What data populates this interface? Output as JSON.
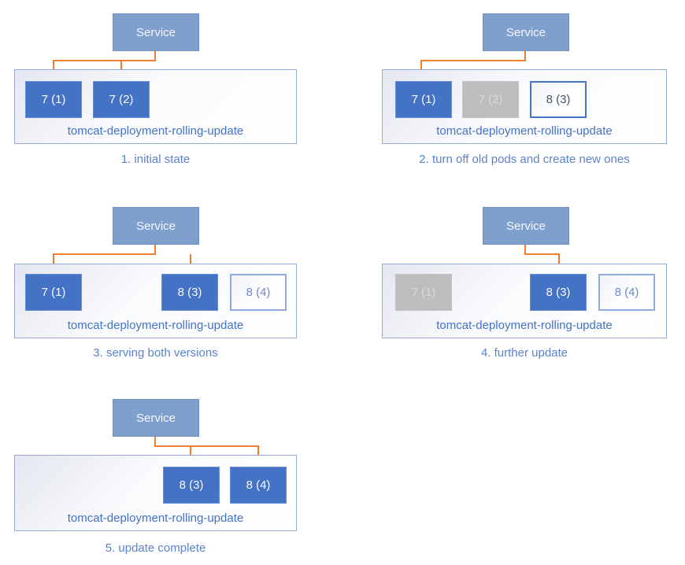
{
  "diagrams": [
    {
      "caption": "1. initial state",
      "service": "Service",
      "deployment": "tomcat-deployment-rolling-update",
      "pods": [
        {
          "label": "7 (1)",
          "state": "active"
        },
        {
          "label": "7 (2)",
          "state": "active"
        }
      ]
    },
    {
      "caption": "2. turn off old pods and create new ones",
      "service": "Service",
      "deployment": "tomcat-deployment-rolling-update",
      "pods": [
        {
          "label": "7 (1)",
          "state": "active"
        },
        {
          "label": "7 (2)",
          "state": "terminated"
        },
        {
          "label": "8 (3)",
          "state": "new"
        }
      ]
    },
    {
      "caption": "3. serving both versions",
      "service": "Service",
      "deployment": "tomcat-deployment-rolling-update",
      "pods": [
        {
          "label": "7 (1)",
          "state": "active"
        },
        {
          "label": "8 (3)",
          "state": "active"
        },
        {
          "label": "8 (4)",
          "state": "pending"
        }
      ]
    },
    {
      "caption": "4. further update",
      "service": "Service",
      "deployment": "tomcat-deployment-rolling-update",
      "pods": [
        {
          "label": "7 (1)",
          "state": "terminated"
        },
        {
          "label": "8 (3)",
          "state": "active"
        },
        {
          "label": "8 (4)",
          "state": "pending"
        }
      ]
    },
    {
      "caption": "5. update complete",
      "service": "Service",
      "deployment": "tomcat-deployment-rolling-update",
      "pods": [
        {
          "label": "8 (3)",
          "state": "active"
        },
        {
          "label": "8 (4)",
          "state": "active"
        }
      ]
    }
  ],
  "colors": {
    "service_fill": "#7FA0CD",
    "pod_active_fill": "#4472C4",
    "pod_terminated_fill": "#BDBDBD",
    "pod_new_border": "#4472C4",
    "pod_pending_border": "#8FAADC",
    "arrow": "#ED7D31",
    "deployment_label_text": "#4472C4",
    "caption_text": "#5B82CB"
  }
}
